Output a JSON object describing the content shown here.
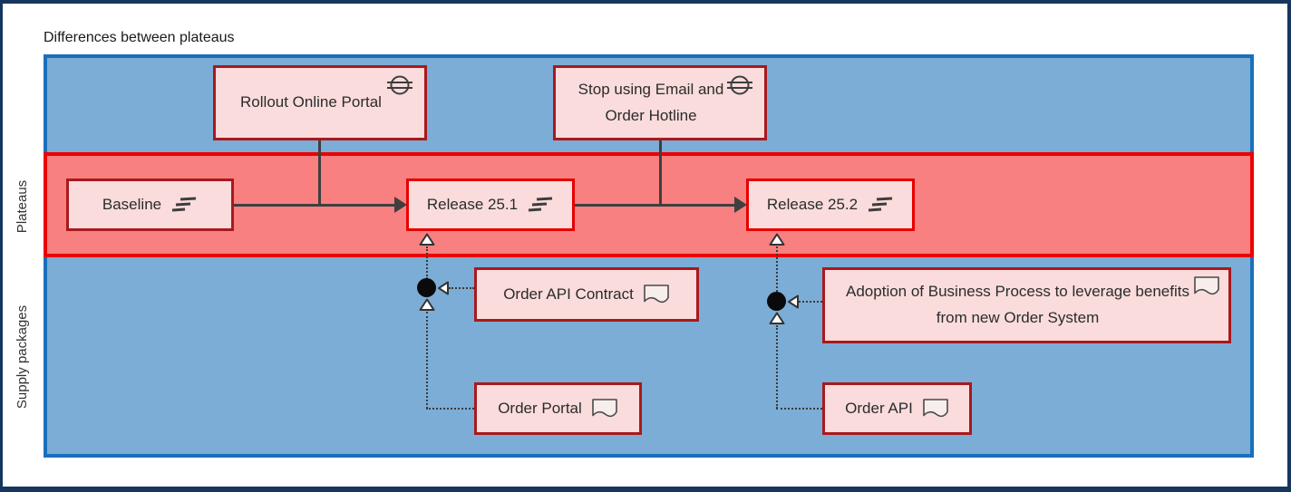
{
  "title": "Differences between plateaus",
  "lanes": {
    "plateaus": "Plateaus",
    "supply_packages": "Supply packages"
  },
  "nodes": {
    "gap_rollout": "Rollout Online Portal",
    "gap_stop_email": "Stop using Email and Order Hotline",
    "plateau_baseline": "Baseline",
    "plateau_release_251": "Release 25.1",
    "plateau_release_252": "Release 25.2",
    "deliverable_order_api_contract": "Order API Contract",
    "deliverable_order_portal": "Order Portal",
    "deliverable_adoption": "Adoption of Business Process to leverage benefits from new Order System",
    "deliverable_order_api": "Order API"
  },
  "icons": {
    "gap": "gap-icon",
    "plateau": "plateau-icon",
    "deliverable": "deliverable-icon",
    "junction": "and-junction",
    "realization": "hollow-triangle-arrowhead",
    "triggering": "solid-triangle-arrowhead"
  },
  "colors": {
    "frame": "#17365d",
    "container_fill": "#7cadd6",
    "container_border": "#1a6fba",
    "plateau_band_fill": "#f88080",
    "plateau_band_border": "#ec0000",
    "node_fill": "#fadcdc",
    "node_border": "#a8191d",
    "highlight_border": "#e60000",
    "connector": "#3f3f3f"
  }
}
